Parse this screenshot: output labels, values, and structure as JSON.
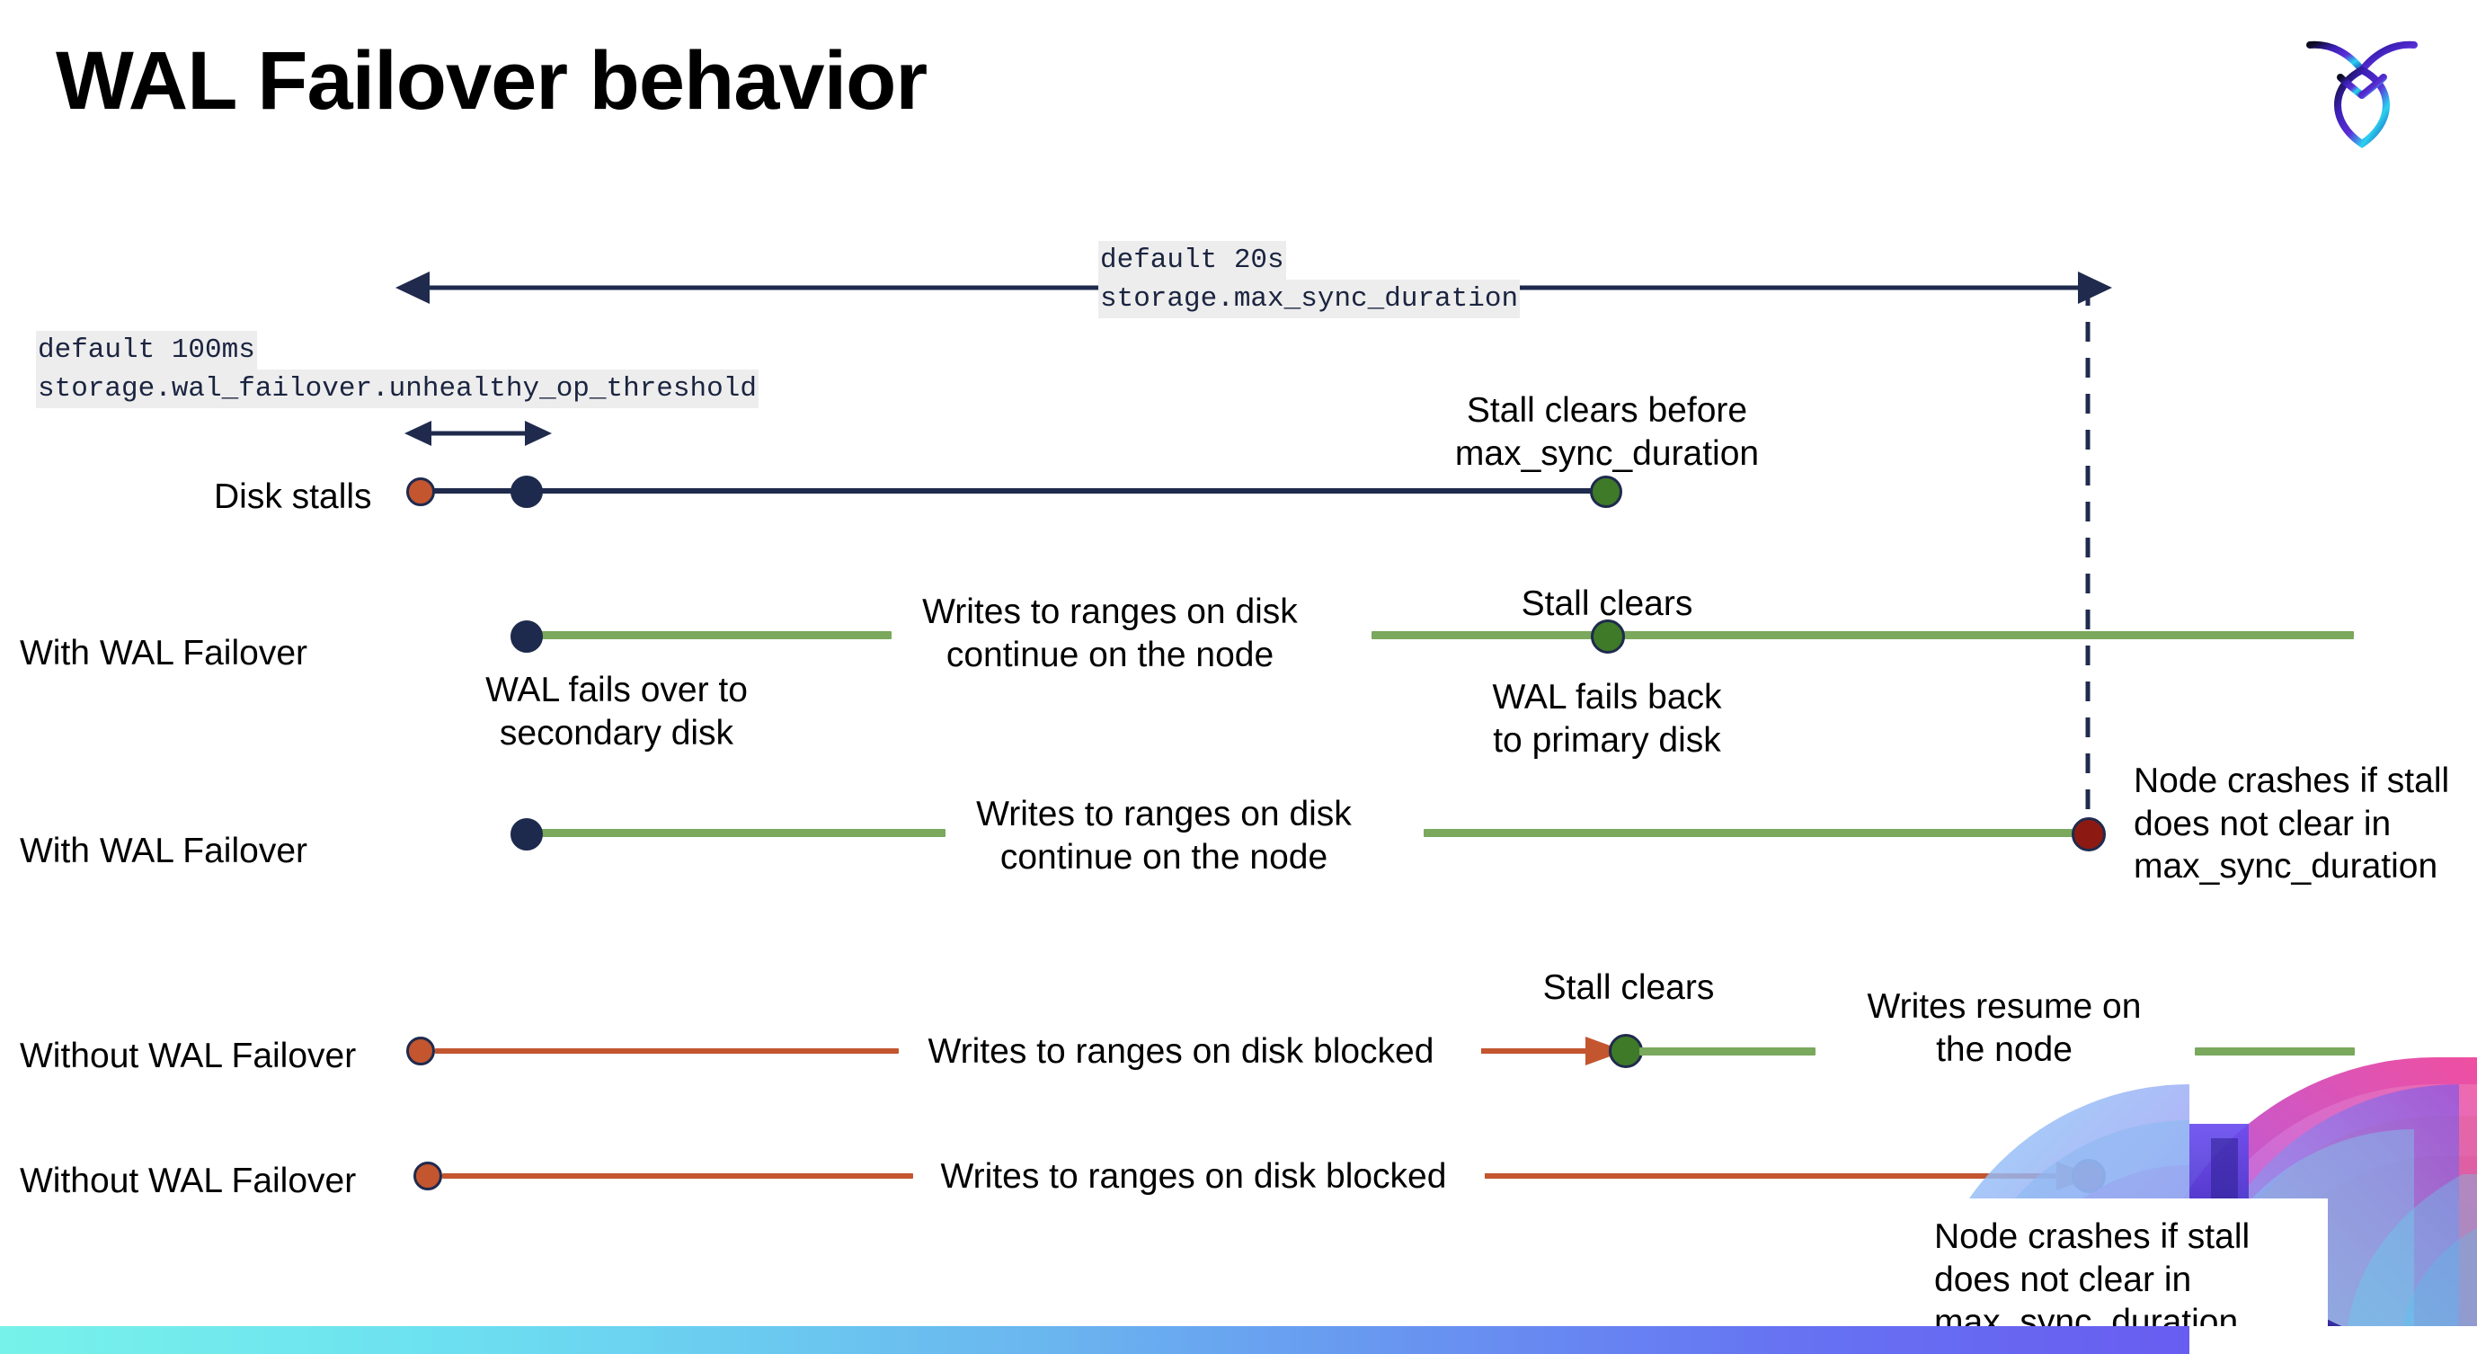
{
  "slide": {
    "title": "WAL Failover behavior",
    "brand_logo": "cockroachdb-logo-icon"
  },
  "annotations": {
    "max_sync": {
      "default_line": "default 20s",
      "setting_line": "storage.max_sync_duration"
    },
    "unhealthy_op": {
      "default_line": "default 100ms",
      "setting_line": "storage.wal_failover.unhealthy_op_threshold"
    }
  },
  "rows": [
    {
      "id": "disk-stalls",
      "label": "Disk stalls",
      "notes": [
        {
          "id": "stall-clears-before",
          "text": "Stall clears before\nmax_sync_duration"
        }
      ]
    },
    {
      "id": "with-wal-failover-1",
      "label": "With WAL Failover",
      "notes": [
        {
          "id": "wal-fails-over",
          "text": "WAL fails over to\nsecondary disk"
        },
        {
          "id": "writes-continue-1",
          "text": "Writes to ranges on disk\ncontinue on the node"
        },
        {
          "id": "stall-clears-1",
          "text": "Stall clears"
        },
        {
          "id": "wal-fails-back",
          "text": "WAL fails  back\nto primary disk"
        }
      ]
    },
    {
      "id": "with-wal-failover-2",
      "label": "With WAL Failover",
      "notes": [
        {
          "id": "writes-continue-2",
          "text": "Writes to ranges on disk\ncontinue on the node"
        },
        {
          "id": "node-crashes-1",
          "text": "Node crashes if stall\ndoes not clear in\nmax_sync_duration"
        }
      ]
    },
    {
      "id": "without-wal-failover-1",
      "label": "Without WAL Failover",
      "notes": [
        {
          "id": "writes-blocked-1",
          "text": "Writes to ranges on disk  blocked"
        },
        {
          "id": "stall-clears-2",
          "text": "Stall clears"
        },
        {
          "id": "writes-resume",
          "text": "Writes resume on\nthe node"
        }
      ]
    },
    {
      "id": "without-wal-failover-2",
      "label": "Without WAL Failover",
      "notes": [
        {
          "id": "writes-blocked-2",
          "text": "Writes to ranges on disk  blocked"
        },
        {
          "id": "node-crashes-2",
          "text": "Node crashes if stall\ndoes not clear in\nmax_sync_duration"
        }
      ]
    }
  ],
  "colors": {
    "navy": "#1f2a4d",
    "green_line": "#7aa85c",
    "green_dot": "#3e7a28",
    "red_line": "#c3552f",
    "red_dot": "#c3552f",
    "dark_red_dot": "#8d1a12",
    "code_bg": "#ededed",
    "bar_gradient_start": "#77f2ea",
    "bar_gradient_end": "#6a4df0"
  }
}
